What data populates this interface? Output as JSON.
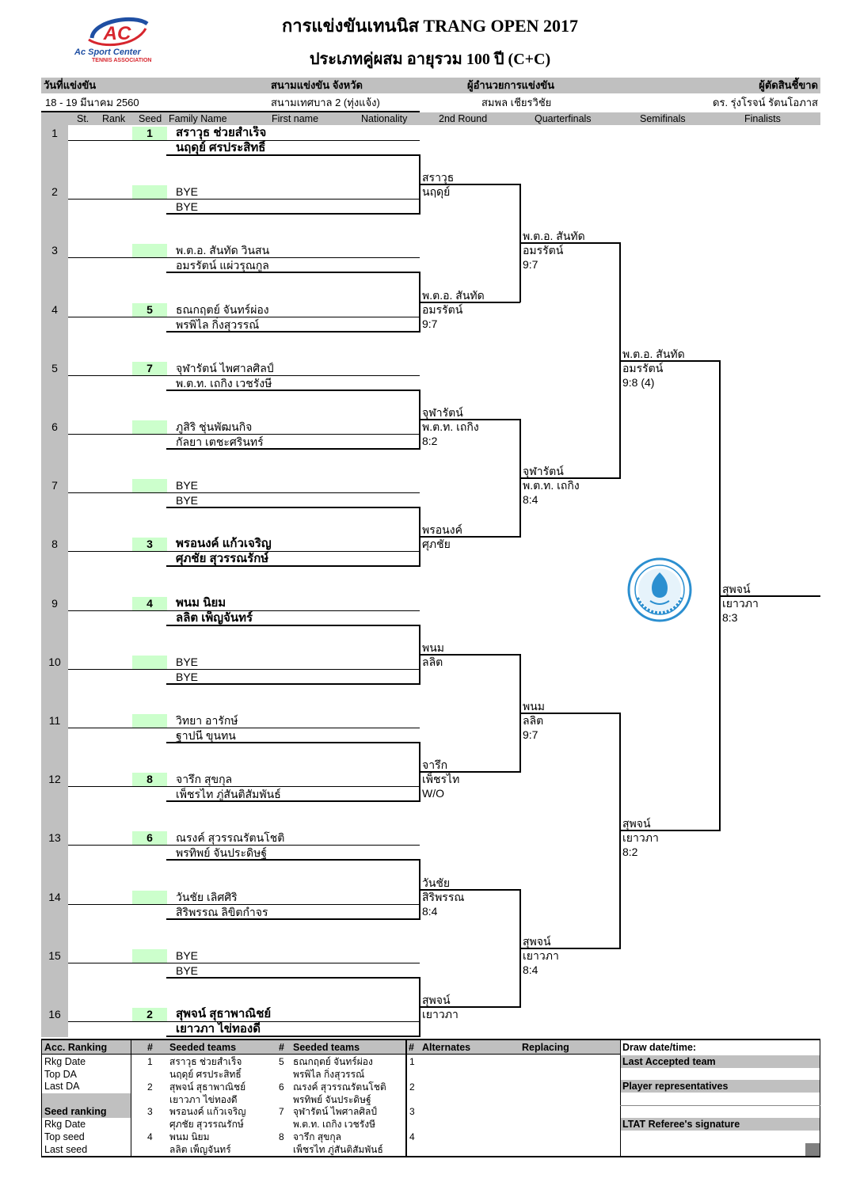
{
  "logo": {
    "mark": "AC",
    "name": "Ac Sport Center",
    "tagline": "TENNIS ASSOCIATION"
  },
  "header": {
    "title": "การแข่งขันเทนนิส TRANG OPEN 2017",
    "subtitle": "ประเภทคู่ผสม อายุรวม 100 ปี (C+C)"
  },
  "info": {
    "labels": {
      "date": "วันที่แข่งขัน",
      "venue": "สนามแข่งขัน จังหวัด",
      "director": "ผู้อำนวยการแข่งขัน",
      "referee": "ผู้ตัดสินชี้ขาด"
    },
    "values": {
      "date": "18 - 19 มีนาคม 2560",
      "venue": "สนามเทศบาล 2 (ทุ่งแจ้ง)",
      "director": "สมพล เชียรวิชัย",
      "referee": "ดร. รุ่งโรจน์ รัตนโอภาส"
    }
  },
  "columns": {
    "st": "St.",
    "rank": "Rank",
    "seed": "Seed",
    "family": "Family Name",
    "first": "First name",
    "nationality": "Nationality",
    "r2": "2nd Round",
    "qf": "Quarterfinals",
    "sf": "Semifinals",
    "final": "Finalists"
  },
  "colors": {
    "seed_box": "#ccffcc",
    "shade": "#c0c0c0",
    "logo_red": "#d7262e",
    "logo_blue": "#1f4fa3",
    "seal_blue": "#2b8fd0"
  },
  "draw": [
    {
      "no": "1",
      "seed": "1",
      "team": [
        "สราวุธ  ช่วยสำเร็จ",
        "นฤดุย์  ศรประสิทธิ์"
      ]
    },
    {
      "no": "2",
      "team": [
        "BYE",
        "BYE"
      ]
    },
    {
      "no": "3",
      "team": [
        "พ.ต.อ. สันทัด  วินสน",
        "อมรรัตน์  แผ่วรุณกูล"
      ]
    },
    {
      "no": "4",
      "seed": "5",
      "team": [
        "ธณกฤตย์  จันทร์ผ่อง",
        "พรพิไล  กิ่งสุวรรณ์"
      ]
    },
    {
      "no": "5",
      "seed": "7",
      "team": [
        "จุฬารัตน์  ไพศาลศิลป์",
        "พ.ต.ท. เถกิง  เวชรังษี"
      ]
    },
    {
      "no": "6",
      "team": [
        "ภูสิริ  ชุ่นพัฒนกิจ",
        "กัลยา  เตชะศรินทร์"
      ]
    },
    {
      "no": "7",
      "team": [
        "BYE",
        "BYE"
      ]
    },
    {
      "no": "8",
      "seed": "3",
      "team": [
        "พรอนงค์  แก้วเจริญ",
        "ศุภชัย  สุวรรณรักษ์"
      ]
    },
    {
      "no": "9",
      "seed": "4",
      "team": [
        "พนม  นิยม",
        "ลลิต  เพ็ญจันทร์"
      ]
    },
    {
      "no": "10",
      "team": [
        "BYE",
        "BYE"
      ]
    },
    {
      "no": "11",
      "team": [
        "วิทยา  อารักษ์",
        "ฐาปนี  ขุนทน"
      ]
    },
    {
      "no": "12",
      "seed": "8",
      "team": [
        "จารึก  สุขกุล",
        "เพ็ชรไท  ภู่สันติสัมพันธ์"
      ]
    },
    {
      "no": "13",
      "seed": "6",
      "team": [
        "ณรงค์  สุวรรณรัตนโชติ",
        "พรทิพย์  จันประดิษฐ์"
      ]
    },
    {
      "no": "14",
      "team": [
        "วันชัย  เลิศศิริ",
        "สิริพรรณ  ลิขิตกำจร"
      ]
    },
    {
      "no": "15",
      "team": [
        "BYE",
        "BYE"
      ]
    },
    {
      "no": "16",
      "seed": "2",
      "team": [
        "สุพจน์  สุธาพาณิชย์",
        "เยาวภา  ไข่ทองดี"
      ]
    }
  ],
  "rounds": {
    "r2": [
      {
        "team": [
          "สราวุธ",
          "นฤดุย์"
        ]
      },
      {
        "team": [
          "พ.ต.อ. สันทัด",
          "อมรรัตน์"
        ],
        "score": "9:7"
      },
      {
        "team": [
          "จุฬารัตน์",
          "พ.ต.ท. เถกิง"
        ],
        "score": "8:2"
      },
      {
        "team": [
          "พรอนงค์",
          "ศุภชัย"
        ]
      },
      {
        "team": [
          "พนม",
          "ลลิต"
        ]
      },
      {
        "team": [
          "จารึก",
          "เพ็ชรไท"
        ],
        "score": "W/O"
      },
      {
        "team": [
          "วันชัย",
          "สิริพรรณ"
        ],
        "score": "8:4"
      },
      {
        "team": [
          "สุพจน์",
          "เยาวภา"
        ]
      }
    ],
    "qf": [
      {
        "team": [
          "พ.ต.อ. สันทัด",
          "อมรรัตน์"
        ],
        "score": "9:7"
      },
      {
        "team": [
          "จุฬารัตน์",
          "พ.ต.ท. เถกิง"
        ],
        "score": "8:4"
      },
      {
        "team": [
          "พนม",
          "ลลิต"
        ],
        "score": "9:7"
      },
      {
        "team": [
          "สุพจน์",
          "เยาวภา"
        ],
        "score": "8:4"
      }
    ],
    "sf": [
      {
        "team": [
          "พ.ต.อ. สันทัด",
          "อมรรัตน์"
        ],
        "score": "9:8 (4)"
      },
      {
        "team": [
          "สุพจน์",
          "เยาวภา"
        ],
        "score": "8:2"
      }
    ],
    "final": [
      {
        "team": [
          "สุพจน์",
          "เยาวภา"
        ],
        "score": "8:3"
      }
    ]
  },
  "summary": {
    "acc_ranking": {
      "title": "Acc. Ranking",
      "rows": [
        "Rkg Date",
        "Top DA",
        "Last DA"
      ]
    },
    "seed_ranking": {
      "title": "Seed ranking",
      "rows": [
        "Rkg Date",
        "Top seed",
        "Last seed"
      ]
    },
    "headers": {
      "num": "#",
      "seeded": "Seeded teams",
      "alternates": "Alternates",
      "replacing": "Replacing"
    },
    "seeded_teams": [
      {
        "no": "1",
        "team": [
          "สราวุธ  ช่วยสำเร็จ",
          "นฤดุย์  ศรประสิทธิ์"
        ]
      },
      {
        "no": "2",
        "team": [
          "สุพจน์  สุธาพาณิชย์",
          "เยาวภา  ไข่ทองดี"
        ]
      },
      {
        "no": "3",
        "team": [
          "พรอนงค์  แก้วเจริญ",
          "ศุภชัย  สุวรรณรักษ์"
        ]
      },
      {
        "no": "4",
        "team": [
          "พนม  นิยม",
          "ลลิต  เพ็ญจันทร์"
        ]
      },
      {
        "no": "5",
        "team": [
          "ธณกฤตย์  จันทร์ผ่อง",
          "พรพิไล  กิ่งสุวรรณ์"
        ]
      },
      {
        "no": "6",
        "team": [
          "ณรงค์  สุวรรณรัตนโชติ",
          "พรทิพย์  จันประดิษฐ์"
        ]
      },
      {
        "no": "7",
        "team": [
          "จุฬารัตน์  ไพศาลศิลป์",
          "พ.ต.ท. เถกิง  เวชรังษี"
        ]
      },
      {
        "no": "8",
        "team": [
          "จารึก  สุขกุล",
          "เพ็ชรไท  ภู่สันติสัมพันธ์"
        ]
      }
    ],
    "alternates": [
      "1",
      "2",
      "3",
      "4"
    ],
    "officials": {
      "draw_datetime": "Draw date/time:",
      "last_accepted": "Last Accepted team",
      "player_reps": "Player representatives",
      "referee_signature": "LTAT Referee's signature"
    }
  }
}
